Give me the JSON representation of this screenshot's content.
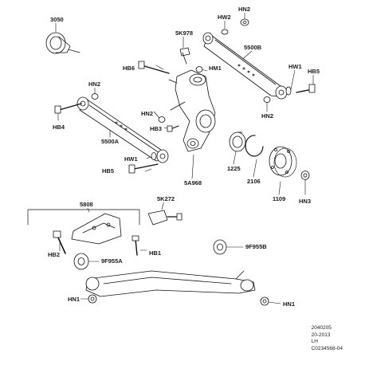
{
  "labels": {
    "l3050": "3050",
    "hw2": "HW2",
    "hn2_top": "HN2",
    "l5k978": "5K978",
    "l5500b": "5500B",
    "hb6": "HB6",
    "hm1": "HM1",
    "hw1_right": "HW1",
    "hb5_right": "HB5",
    "hn2_left": "HN2",
    "hn2_mid": "HN2",
    "hn2_right": "HN2",
    "hb4": "HB4",
    "hb3": "HB3",
    "l5500a": "5500A",
    "hw1_left": "HW1",
    "hb5_left": "HB5",
    "l1225": "1225",
    "l2106": "2106",
    "l5a968": "5A968",
    "l1109": "1109",
    "hn3": "HN3",
    "l5808": "5808",
    "l5k272": "5K272",
    "hb2": "HB2",
    "hb1": "HB1",
    "l9f955a": "9F955A",
    "l9f955b": "9F955B",
    "hn1_left": "HN1",
    "hn1_right": "HN1"
  },
  "footer": {
    "line1": "2040205",
    "line2": "20-2013",
    "line3": "LH",
    "line4": "C0234568-04"
  }
}
